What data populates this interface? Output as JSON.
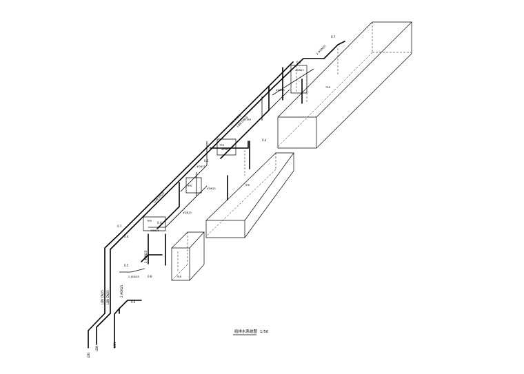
{
  "drawing": {
    "title": "给排水系统图",
    "scale": "1/50"
  },
  "labels": {
    "pipe_main_1": "LDN DN25",
    "pipe_main_2": "LDN DN25",
    "pipe_sub": "LDN DN25",
    "v1": "LDN DN25",
    "v2": "LDN DN20",
    "slope_a": "0.7",
    "slope_b": "0.4",
    "slope_c": "0.5",
    "slope_d": "0.6",
    "slope_e": "0.4",
    "slope_f": "0.4",
    "slope_g": "0.5",
    "slope_h": "0.4",
    "slope_i": "0.5",
    "slope_j": "0.7",
    "el_1": "2 #DN25",
    "el_2": "#DN25",
    "el_3": "#DN25",
    "el_4": "#DN25",
    "el_5": "#DN25",
    "el_6": "#DN25",
    "el_7": "#DN25",
    "el_8": "#DN25",
    "el_9": "2 #DN25",
    "el_10": "2 #DN25",
    "el_11": "2 #DN25",
    "box_1": "TRR",
    "box_2": "TRR",
    "box_3": "TRR",
    "box_4": "TRR",
    "tag_1": "TRR",
    "tag_2": "TRR",
    "tag_3": "TRR",
    "outlet_1": "LDN",
    "outlet_2": "LDN",
    "outlet_3": "LDN"
  }
}
